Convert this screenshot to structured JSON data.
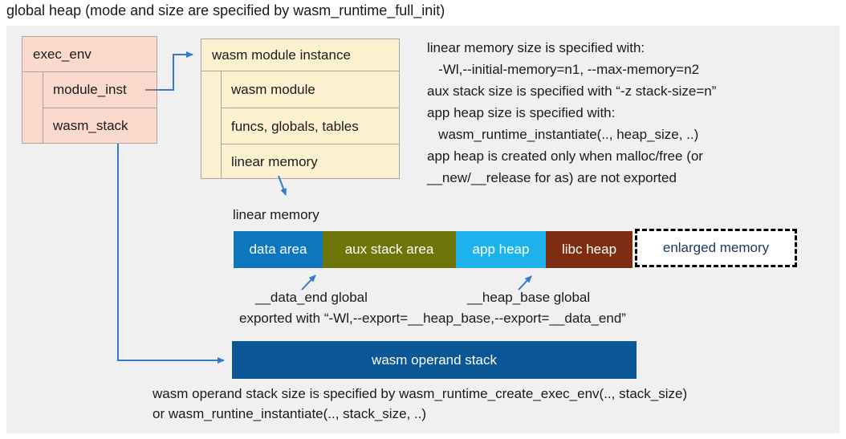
{
  "title": "global heap (mode and size are specified by wasm_runtime_full_init)",
  "colors": {
    "canvas_background": "#f0f0f0",
    "exec_env_box": "#fbd9cd",
    "module_instance_box": "#fdf2d0",
    "box_border": "#a6a6a6",
    "arrow_blue": "#3579cf",
    "data_area": "#0e76bc",
    "aux_stack_area": "#6d7408",
    "app_heap": "#1db2ec",
    "libc_heap": "#7c2d12",
    "operand_stack": "#0b5796",
    "enlarged_memory_text": "#1f3864"
  },
  "exec_env": {
    "header": "exec_env",
    "rows": [
      "module_inst",
      "wasm_stack"
    ]
  },
  "module_instance": {
    "header": "wasm module instance",
    "rows": [
      "wasm module",
      "funcs, globals, tables",
      "linear memory"
    ]
  },
  "notes_right": [
    "linear memory size is specified with:",
    "   -Wl,--initial-memory=n1, --max-memory=n2",
    "aux stack size is specified with “-z stack-size=n”",
    "app heap size is specified with:",
    "   wasm_runtime_instantiate(.., heap_size, ..)",
    "app heap is created only when malloc/free (or",
    "__new/__release for as) are not exported"
  ],
  "linear_memory": {
    "label": "linear memory",
    "segments": [
      {
        "label": "data area",
        "color": "#0e76bc"
      },
      {
        "label": "aux stack area",
        "color": "#6d7408"
      },
      {
        "label": "app heap",
        "color": "#1db2ec"
      },
      {
        "label": "libc heap",
        "color": "#7c2d12"
      }
    ],
    "enlarged": {
      "label": "enlarged memory"
    }
  },
  "annotations": {
    "data_end": "__data_end global",
    "heap_base": "__heap_base global",
    "exported": "exported with “-Wl,--export=__heap_base,--export=__data_end”"
  },
  "operand_stack": {
    "label": "wasm operand stack",
    "note_line1": "wasm operand stack size is specified by wasm_runtime_create_exec_env(.., stack_size)",
    "note_line2": "or wasm_runtine_instantiate(.., stack_size, ..)"
  }
}
